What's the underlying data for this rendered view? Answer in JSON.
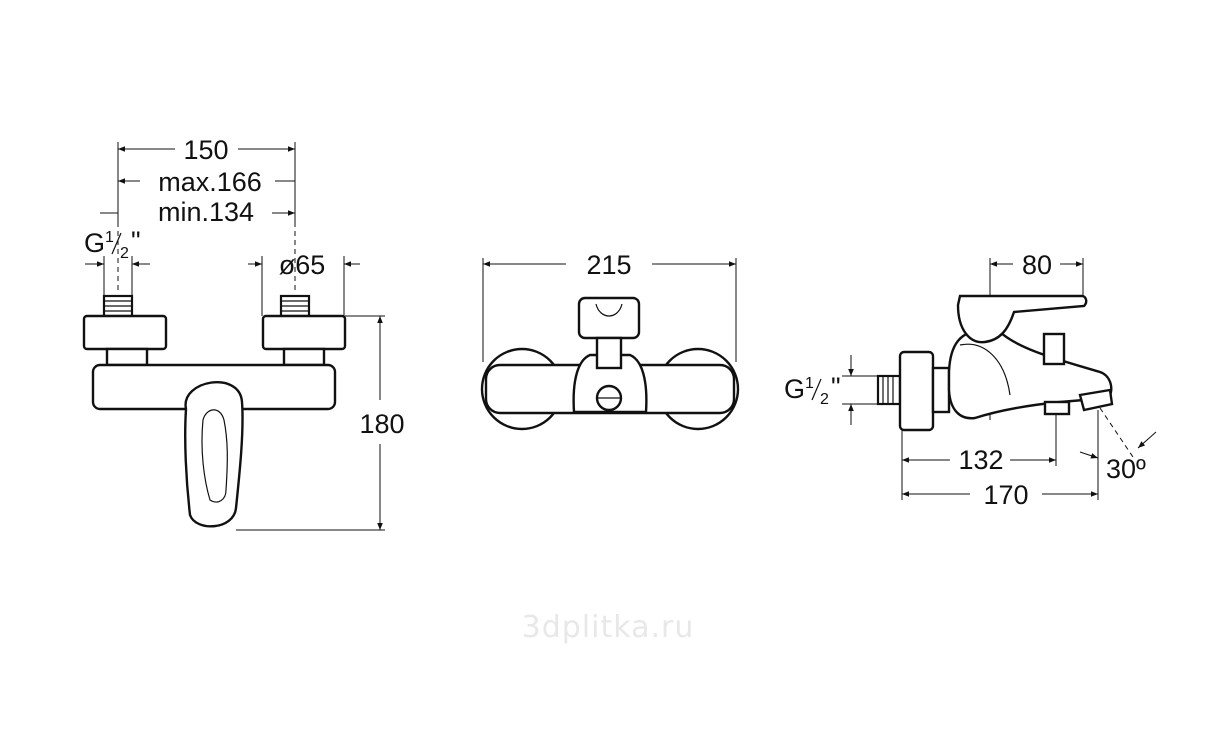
{
  "front_view": {
    "dim_width": "150",
    "dim_max": "max.166",
    "dim_min": "min.134",
    "thread_letter": "G",
    "thread_frac_num": "1",
    "thread_frac_den": "2",
    "thread_quote": "\"",
    "dim_diameter": "ø65",
    "dim_height": "180"
  },
  "top_view": {
    "dim_width": "215"
  },
  "side_view": {
    "dim_top": "80",
    "thread_letter": "G",
    "thread_frac_num": "1",
    "thread_frac_den": "2",
    "thread_quote": "\"",
    "dim_inner": "132",
    "dim_outer": "170",
    "dim_angle": "30º"
  },
  "watermark": "3dplitka.ru"
}
